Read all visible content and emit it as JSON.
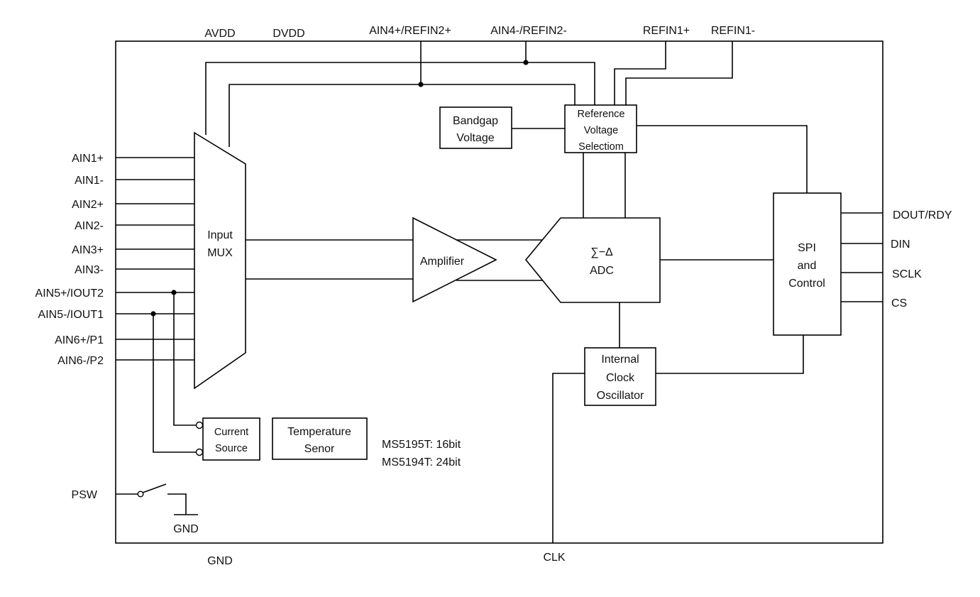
{
  "top_pins": {
    "avdd": "AVDD",
    "dvdd": "DVDD",
    "ain4p": "AIN4+/REFIN2+",
    "ain4n": "AIN4-/REFIN2-",
    "refin1p": "REFIN1+",
    "refin1n": "REFIN1-"
  },
  "left_pins": [
    "AIN1+",
    "AIN1-",
    "AIN2+",
    "AIN2-",
    "AIN3+",
    "AIN3-",
    "AIN5+/IOUT2",
    "AIN5-/IOUT1",
    "AIN6+/P1",
    "AIN6-/P2"
  ],
  "right_pins": [
    "DOUT/RDY",
    "DIN",
    "SCLK",
    "CS"
  ],
  "bottom_pins": {
    "gnd": "GND",
    "clk": "CLK",
    "psw": "PSW",
    "switch_gnd": "GND"
  },
  "blocks": {
    "mux": [
      "Input",
      "MUX"
    ],
    "bandgap": [
      "Bandgap",
      "Voltage"
    ],
    "reference": [
      "Reference",
      "Voltage",
      "Selectiom"
    ],
    "amplifier": "Amplifier",
    "adc": [
      "∑−Δ",
      "ADC"
    ],
    "spi": [
      "SPI",
      "and",
      "Control"
    ],
    "oscillator": [
      "Internal",
      "Clock",
      "Oscillator"
    ],
    "current_source": [
      "Current",
      "Source"
    ],
    "temperature": [
      "Temperature",
      "Senor"
    ]
  },
  "notes": [
    "MS5195T: 16bit",
    "MS5194T: 24bit"
  ]
}
